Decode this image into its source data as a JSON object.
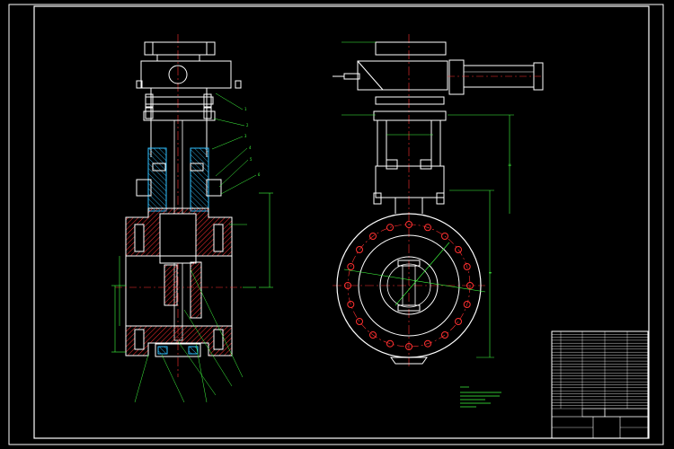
{
  "colors": {
    "background": "#000000",
    "outline": "#ffffff",
    "centerline": "#ff3030",
    "dimension": "#40ff40",
    "body": "#30c0ff",
    "hatch": "#ff3030",
    "leader": "#40ff40",
    "bolt_hole": "#ff3030",
    "note": "#40ff40",
    "title_block": "#ffffff",
    "yellow": "#ffff00"
  },
  "drawing": {
    "views": [
      "front-section-view",
      "side-view"
    ],
    "title_block": {
      "rows": 26,
      "columns": 5
    }
  }
}
